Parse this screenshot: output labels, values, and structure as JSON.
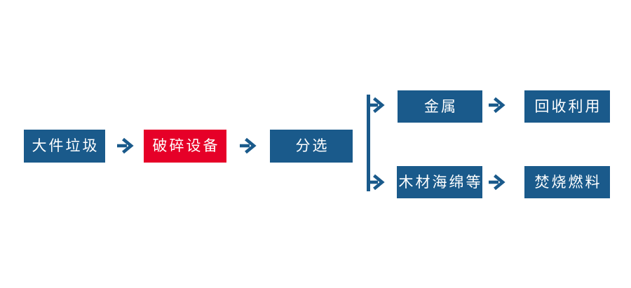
{
  "colors": {
    "background": "#ffffff",
    "box_blue": "#1a5a8b",
    "box_red": "#e60028",
    "arrow_blue": "#1a5a8b",
    "label_text": "#ffffff"
  },
  "flowchart": {
    "main_nodes": {
      "bulky_waste": "大件垃圾",
      "crushing_equipment": "破碎设备",
      "sorting": "分选"
    },
    "branch_top": {
      "metal": "金属",
      "recycling": "回收利用"
    },
    "branch_bottom": {
      "wood_sponge": "木材海绵等",
      "incineration_fuel": "焚烧燃料"
    }
  }
}
